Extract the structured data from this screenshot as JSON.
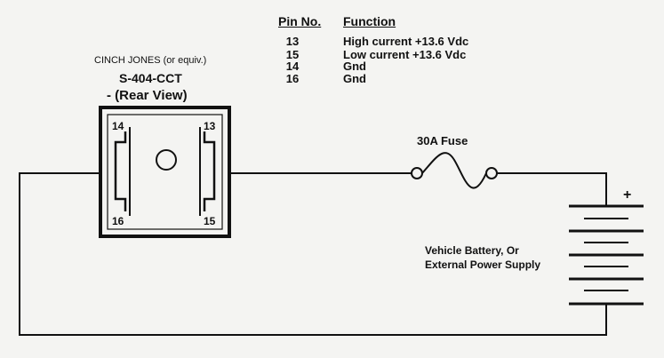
{
  "pin_table": {
    "header_pin": "Pin No.",
    "header_function": "Function",
    "rows": [
      {
        "pin": "13",
        "function": "High current +13.6 Vdc"
      },
      {
        "pin": "15",
        "function": "Low current +13.6 Vdc"
      },
      {
        "pin": "14",
        "function": "Gnd"
      },
      {
        "pin": "16",
        "function": "Gnd"
      }
    ]
  },
  "connector": {
    "maker": "CINCH JONES (or equiv.)",
    "part": "S-404-CCT",
    "view": "- (Rear View)",
    "pin_tl": "14",
    "pin_tr": "13",
    "pin_bl": "16",
    "pin_br": "15"
  },
  "fuse": {
    "label": "30A Fuse"
  },
  "battery": {
    "plus": "+",
    "label_line1": "Vehicle Battery, Or",
    "label_line2": "External Power Supply"
  }
}
